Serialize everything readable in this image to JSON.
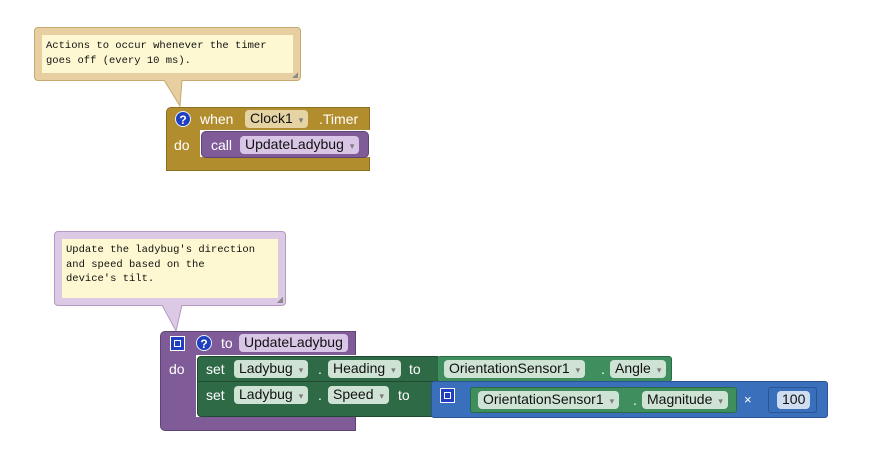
{
  "comments": {
    "timer_comment": "Actions to occur whenever the timer\ngoes off (every 10 ms).",
    "update_comment": "Update the ladybug's direction\nand speed based on the\ndevice's tilt."
  },
  "timer_block": {
    "when": "when",
    "component": "Clock1",
    "event": ".Timer",
    "do": "do",
    "call": "call",
    "procedure": "UpdateLadybug"
  },
  "procedure_block": {
    "to": "to",
    "name": "UpdateLadybug",
    "do": "do",
    "row1": {
      "set": "set",
      "component": "Ladybug",
      "dot": ".",
      "property": "Heading",
      "to": "to",
      "source": "OrientationSensor1",
      "source_property": "Angle"
    },
    "row2": {
      "set": "set",
      "component": "Ladybug",
      "dot": ".",
      "property": "Speed",
      "to": "to",
      "source": "OrientationSensor1",
      "source_property": "Magnitude",
      "operator": "×",
      "number": "100"
    }
  },
  "help_icon": "?",
  "colors": {
    "event": "#b28d2e",
    "procedure": "#7f5c98",
    "setter": "#2f6a47",
    "getter": "#3e8e5e",
    "math": "#3a6fbc"
  }
}
